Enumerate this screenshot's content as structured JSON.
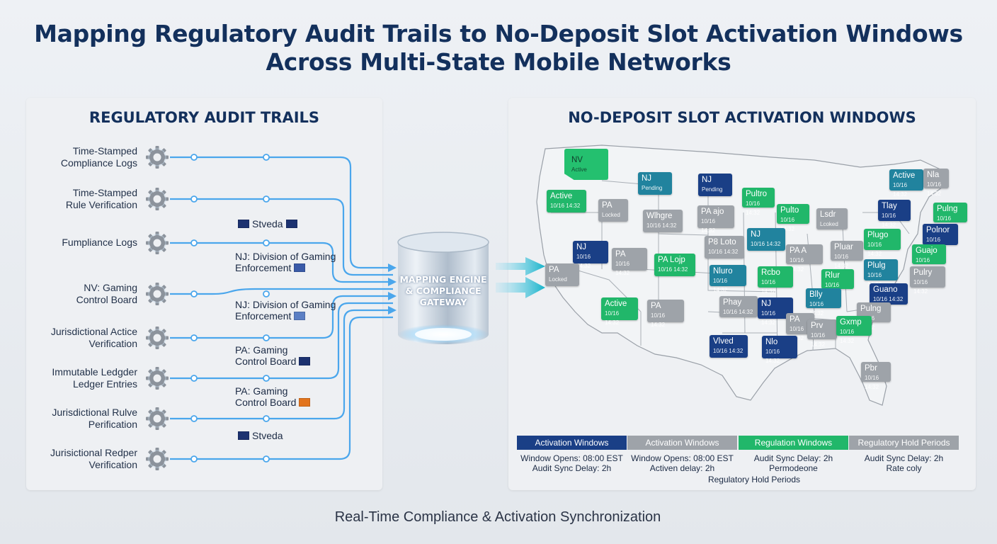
{
  "title": {
    "line1": "Mapping Regulatory Audit Trails to No-Deposit Slot Activation Windows",
    "line2": "Across Multi-State Mobile Networks"
  },
  "left_panel": {
    "title": "REGULATORY AUDIT TRAILS",
    "trails": [
      {
        "line1": "Time-Stamped",
        "line2": "Compliance Logs"
      },
      {
        "line1": "Time-Stamped",
        "line2": "Rule Verification"
      },
      {
        "line1": "Fumpliance Logs",
        "line2": ""
      },
      {
        "line1": "NV: Gaming",
        "line2": "Control Board"
      },
      {
        "line1": "Jurisdictional Actice",
        "line2": "Verification"
      },
      {
        "line1": "Immutable Ledgder",
        "line2": "Ledger Entries"
      },
      {
        "line1": "Jurisdictional Rulve",
        "line2": "Perification"
      },
      {
        "line1": "Jurisictional Redper",
        "line2": "Verification"
      }
    ],
    "agencies": [
      {
        "line1": "Stveda",
        "line2": "",
        "flag": "#1c3270",
        "flag_pos": "both"
      },
      {
        "line1": "NJ: Division of Gaming",
        "line2": "Enforcement",
        "flag": "#3a5aa8",
        "flag_pos": "end"
      },
      {
        "line1": "NJ: Division of Gaming",
        "line2": "Enforcement",
        "flag": "#5b7fc4",
        "flag_pos": "end"
      },
      {
        "line1": "PA: Gaming",
        "line2": "Control Board",
        "flag": "#1c3270",
        "flag_pos": "end"
      },
      {
        "line1": "PA: Gaming",
        "line2": "Control Board",
        "flag": "#e2741d",
        "flag_pos": "end"
      },
      {
        "line1": "Stveda",
        "line2": "",
        "flag": "#1c3270",
        "flag_pos": "start"
      }
    ],
    "icon": "gear-icon"
  },
  "engine": {
    "line1": "MAPPING ENGINE",
    "line2": "& COMPLIANCE",
    "line3": "GATEWAY",
    "icon": "database-cylinder-icon"
  },
  "right_panel": {
    "title": "NO-DEPOSIT SLOT ACTIVATION WINDOWS",
    "map_icon": "us-map",
    "tags": [
      {
        "label": "NV",
        "sub": "Active",
        "color": "green",
        "big": true
      },
      {
        "label": "NJ",
        "sub": "Pending",
        "color": "teal"
      },
      {
        "label": "NJ",
        "sub": "Pending",
        "color": "navy"
      },
      {
        "label": "Active",
        "sub": "10/16 14:32",
        "color": "green"
      },
      {
        "label": "PA",
        "sub": "Locked",
        "color": "gray"
      },
      {
        "label": "Wlhgre",
        "sub": "10/16 14:32",
        "color": "gray"
      },
      {
        "label": "PA ajo",
        "sub": "10/16 14:32",
        "color": "gray"
      },
      {
        "label": "Pultro",
        "sub": "10/16 14:32",
        "color": "green"
      },
      {
        "label": "Pulto",
        "sub": "10/16 14:32",
        "color": "green"
      },
      {
        "label": "Lsdr",
        "sub": "Lcoked",
        "color": "gray"
      },
      {
        "label": "Active",
        "sub": "10/16 14:32",
        "color": "teal"
      },
      {
        "label": "Nla",
        "sub": "10/16 14:32",
        "color": "gray"
      },
      {
        "label": "Tlay",
        "sub": "10/16 14:32",
        "color": "navy"
      },
      {
        "label": "Pulng",
        "sub": "10/16 14:32",
        "color": "green"
      },
      {
        "label": "NJ",
        "sub": "10/16 14:32",
        "color": "navy"
      },
      {
        "label": "PA",
        "sub": "10/16 14:32",
        "color": "gray"
      },
      {
        "label": "PA Lojp",
        "sub": "10/16 14:32",
        "color": "green"
      },
      {
        "label": "P8 Loto",
        "sub": "10/16 14:32",
        "color": "gray"
      },
      {
        "label": "NJ",
        "sub": "10/16 14:32",
        "color": "teal"
      },
      {
        "label": "PA A",
        "sub": "10/16 14:32",
        "color": "gray"
      },
      {
        "label": "Pluar",
        "sub": "10/16 14:32",
        "color": "gray"
      },
      {
        "label": "Plugo",
        "sub": "10/16 14:32",
        "color": "green"
      },
      {
        "label": "Polnor",
        "sub": "10/16 14:32",
        "color": "navy"
      },
      {
        "label": "Guajo",
        "sub": "10/16 14:32",
        "color": "green"
      },
      {
        "label": "PA",
        "sub": "Locked",
        "color": "gray"
      },
      {
        "label": "Nluro",
        "sub": "10/16 14:32",
        "color": "teal"
      },
      {
        "label": "Rcbo",
        "sub": "10/16 14:32",
        "color": "green"
      },
      {
        "label": "Rlur",
        "sub": "10/16 14:32",
        "color": "green"
      },
      {
        "label": "Plulg",
        "sub": "10/16 14:32",
        "color": "teal"
      },
      {
        "label": "Pulry",
        "sub": "10/16 14:32",
        "color": "gray"
      },
      {
        "label": "Active",
        "sub": "10/16 14:32",
        "color": "green"
      },
      {
        "label": "PA",
        "sub": "10/16 14:32",
        "color": "gray"
      },
      {
        "label": "Phay",
        "sub": "10/16 14:32",
        "color": "gray"
      },
      {
        "label": "NJ",
        "sub": "10/16 14:32",
        "color": "navy"
      },
      {
        "label": "Blly",
        "sub": "10/16 14:32",
        "color": "teal"
      },
      {
        "label": "Guano",
        "sub": "10/16 14:32",
        "color": "navy"
      },
      {
        "label": "Pulng",
        "sub": "10/16 14:32",
        "color": "gray"
      },
      {
        "label": "PA",
        "sub": "10/16 14:32",
        "color": "gray"
      },
      {
        "label": "Prv",
        "sub": "10/16 14:32",
        "color": "gray"
      },
      {
        "label": "Gxmp",
        "sub": "10/16 14:32",
        "color": "green"
      },
      {
        "label": "Vlved",
        "sub": "10/16 14:32",
        "color": "navy"
      },
      {
        "label": "Nlo",
        "sub": "10/16 14:32",
        "color": "navy"
      },
      {
        "label": "Pbr",
        "sub": "10/16 14:32",
        "color": "gray"
      }
    ],
    "legend": [
      {
        "head": "Activation Windows",
        "color": "#1a3f86",
        "line1": "Window Opens: 08:00 EST",
        "line2": "Audit Sync Delay: 2h"
      },
      {
        "head": "Activation Windows",
        "color": "#9ea3a9",
        "line1": "Window Opens: 08:00 EST",
        "line2": "Activen delay: 2h"
      },
      {
        "head": "Regulation Windows",
        "color": "#21b76a",
        "line1": "Audit Sync Delay: 2h",
        "line2": "Permodeone"
      },
      {
        "head": "Regulatory Hold Periods",
        "color": "#9ea3a9",
        "line1": "Audit Sync Delay: 2h",
        "line2": "Rate coly"
      }
    ],
    "legend_footer": "Regulatory Hold Periods"
  },
  "footer": "Real-Time Compliance & Activation Synchronization",
  "colors": {
    "navy": "#1a3f86",
    "teal": "#21839e",
    "green": "#21b76a",
    "gray": "#9ea3a9",
    "connector": "#4aa6ec",
    "title": "#13305c"
  }
}
